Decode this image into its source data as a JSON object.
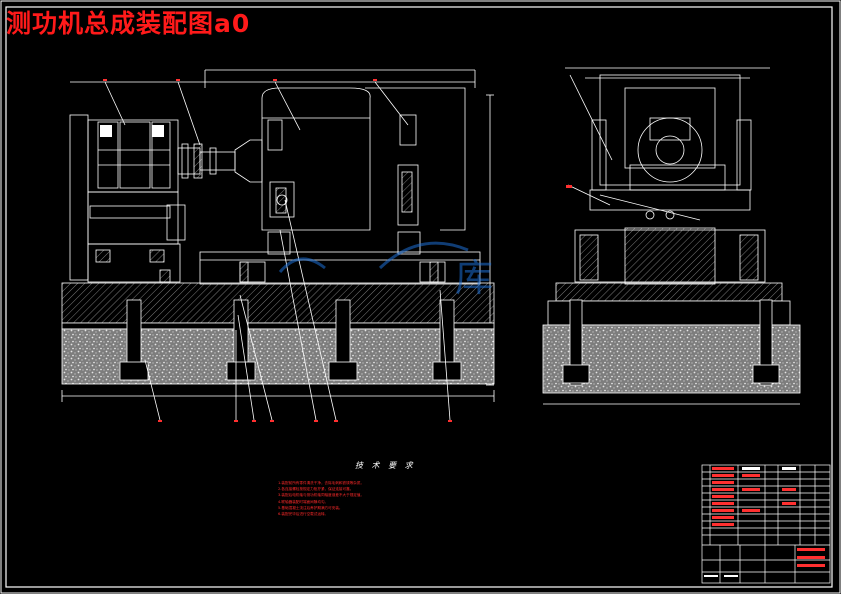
{
  "sheet": {
    "title": "测功机总成装配图a0",
    "technical_requirements_title": "技 术 要 求",
    "watermark_text": "库"
  },
  "colors": {
    "background": "#000000",
    "line": "#ffffff",
    "title": "#ff1a1a",
    "notes": "#ff2a2a",
    "leader_tags": "#ff3030",
    "hatch_gray": "#9a9a9a",
    "watermark": "#1d6fd6"
  },
  "notes": [
    "1.装配前所有零件清洗干净，去除毛刺和铁锈等杂质。",
    "2.各连接螺栓按规定力矩拧紧，保证连接可靠。",
    "3.装配后电机轴与测功机轴同轴度误差不大于规定值。",
    "4.联轴器装配时端面间隙均匀。",
    "5.基础混凝土浇注后养护期满方可安装。",
    "6.装配完毕后进行空载试运转。"
  ]
}
